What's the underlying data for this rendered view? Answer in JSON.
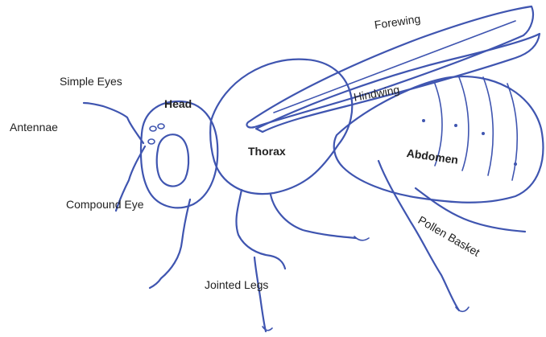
{
  "diagram": {
    "labels": {
      "forewing": "Forewing",
      "simple_eyes": "Simple Eyes",
      "head": "Head",
      "antennae": "Antennae",
      "hindwing": "Hindwing",
      "thorax": "Thorax",
      "abdomen": "Abdomen",
      "compound_eye": "Compound Eye",
      "pollen_basket": "Pollen Basket",
      "jointed_legs": "Jointed Legs"
    },
    "colors": {
      "ink": "#3f55b0",
      "text": "#222222",
      "background": "#ffffff"
    }
  }
}
